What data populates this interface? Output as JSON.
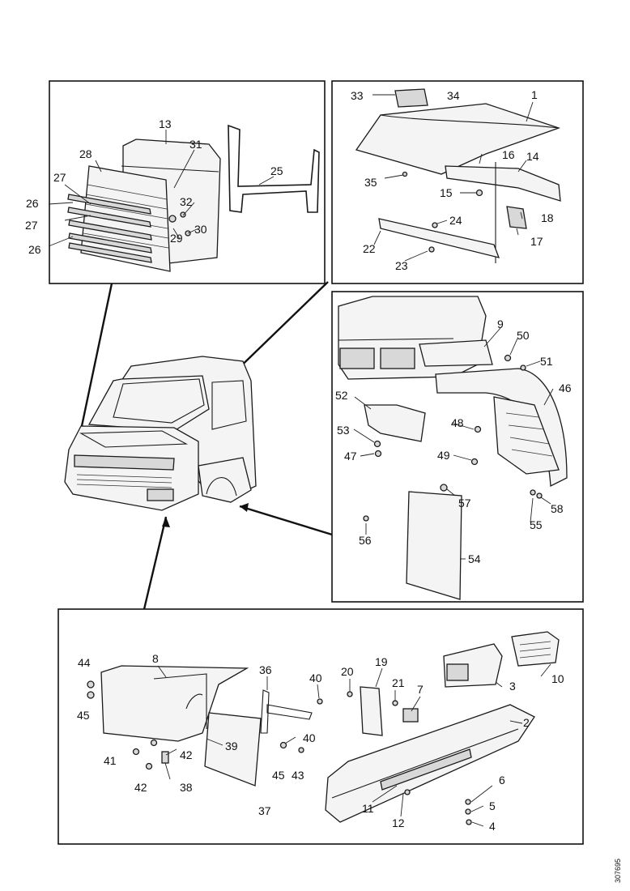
{
  "callouts": {
    "p1": "1",
    "p2": "2",
    "p3": "3",
    "p4": "4",
    "p5": "5",
    "p6": "6",
    "p7": "7",
    "p8": "8",
    "p9": "9",
    "p10": "10",
    "p11": "11",
    "p12": "12",
    "p13": "13",
    "p14": "14",
    "p15": "15",
    "p16": "16",
    "p17": "17",
    "p18": "18",
    "p19": "19",
    "p20": "20",
    "p21": "21",
    "p22": "22",
    "p23": "23",
    "p24": "24",
    "p25": "25",
    "p26a": "26",
    "p26b": "26",
    "p27a": "27",
    "p27b": "27",
    "p28": "28",
    "p29": "29",
    "p30": "30",
    "p31": "31",
    "p32": "32",
    "p33": "33",
    "p34": "34",
    "p35": "35",
    "p36": "36",
    "p37": "37",
    "p38": "38",
    "p39": "39",
    "p40a": "40",
    "p40b": "40",
    "p41": "41",
    "p42a": "42",
    "p42b": "42",
    "p43": "43",
    "p44": "44",
    "p45a": "45",
    "p45b": "45",
    "p46": "46",
    "p47": "47",
    "p48": "48",
    "p49": "49",
    "p50": "50",
    "p51": "51",
    "p52": "52",
    "p53": "53",
    "p54": "54",
    "p55": "55",
    "p56": "56",
    "p57": "57",
    "p58": "58"
  },
  "document_number": "307695"
}
